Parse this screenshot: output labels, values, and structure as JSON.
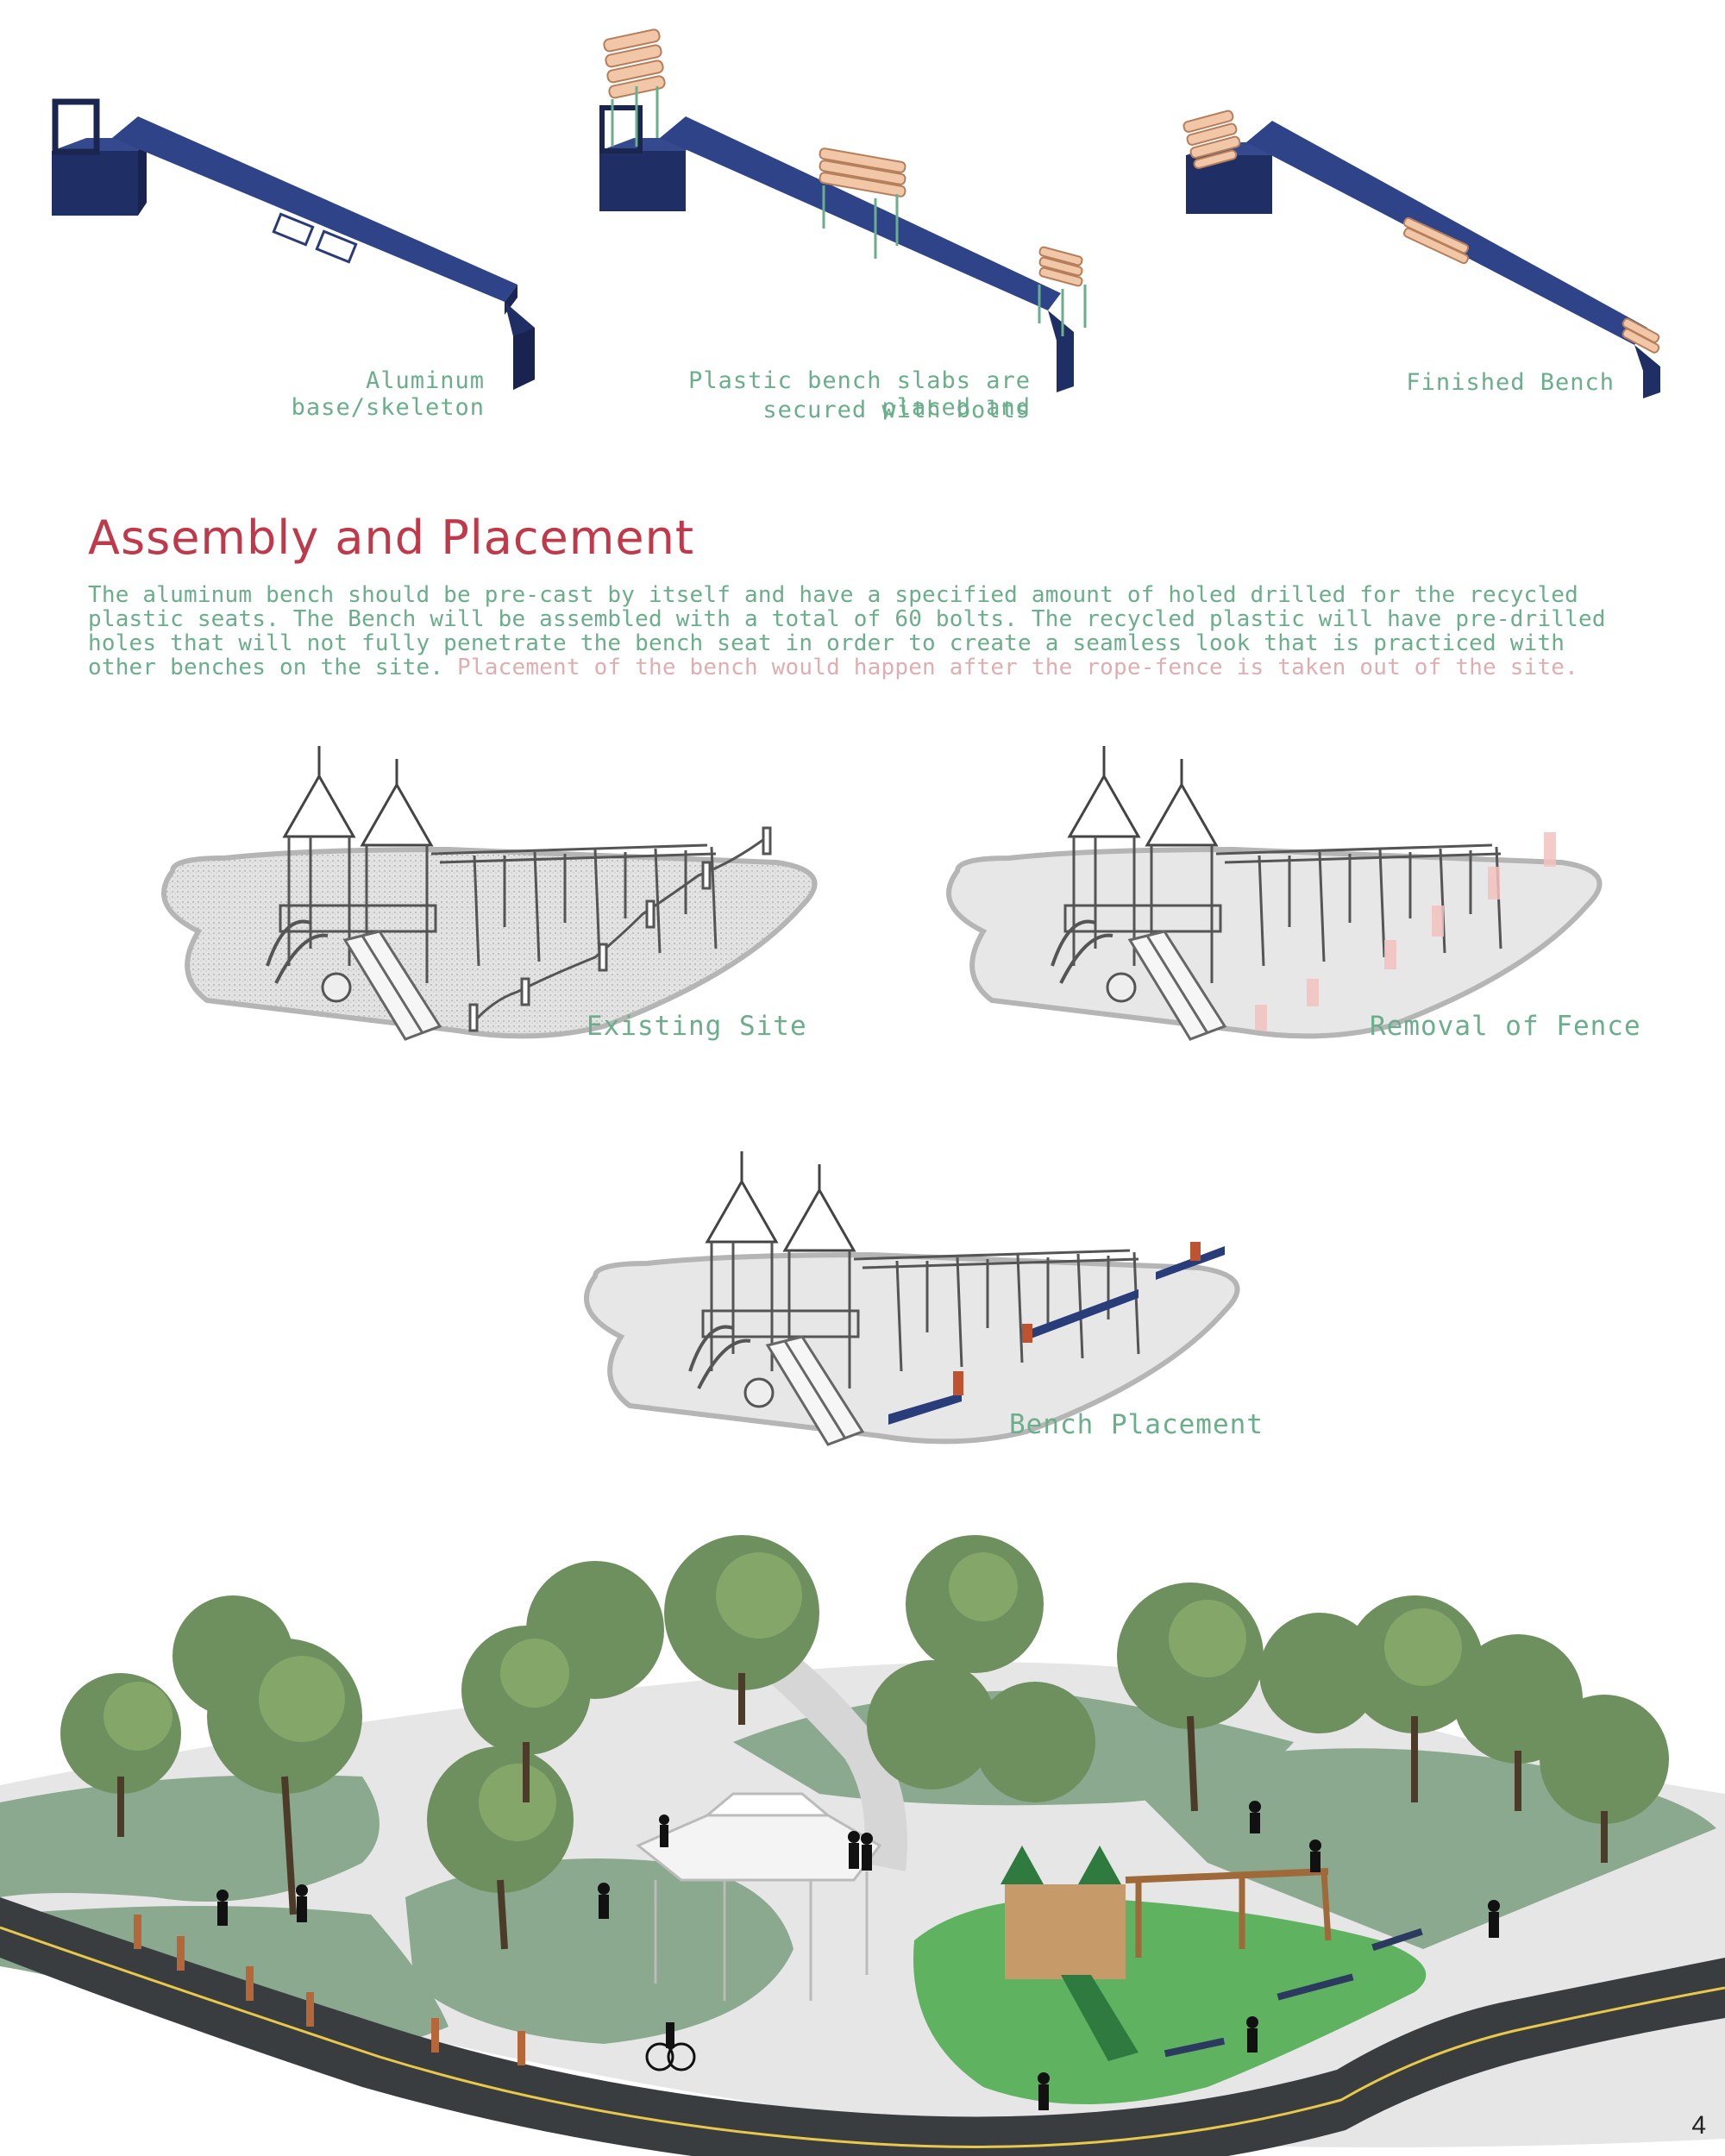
{
  "steps": {
    "aluminum_label": "Aluminum base/skeleton",
    "slabs_label_line1": "Plastic bench slabs are placed and",
    "slabs_label_line2": "secured with bolts",
    "finished_label": "Finished Bench"
  },
  "section": {
    "title": "Assembly and Placement",
    "body_main": "The aluminum bench should be pre-cast by itself and have a specified amount of holed drilled for the recycled plastic seats. The Bench will be assembled with a total of 60 bolts. The recycled plastic will have pre-drilled holes that will not fully penetrate the bench seat in order to create a seamless look that is practiced with other benches on the site.",
    "body_highlight": "Placement of the bench would happen after the rope-fence is taken out of the site."
  },
  "sites": {
    "existing_label": "Existing Site",
    "removal_label": "Removal of Fence",
    "placement_label": "Bench Placement"
  },
  "page_number": "4",
  "colors": {
    "aluminum": "#283d7a",
    "plastic": "#f2c7a8",
    "caption": "#6aae8b",
    "title": "#c0394a",
    "highlight": "#dfaeb2",
    "grass": "#86a88c",
    "playground_green": "#5fb360"
  }
}
